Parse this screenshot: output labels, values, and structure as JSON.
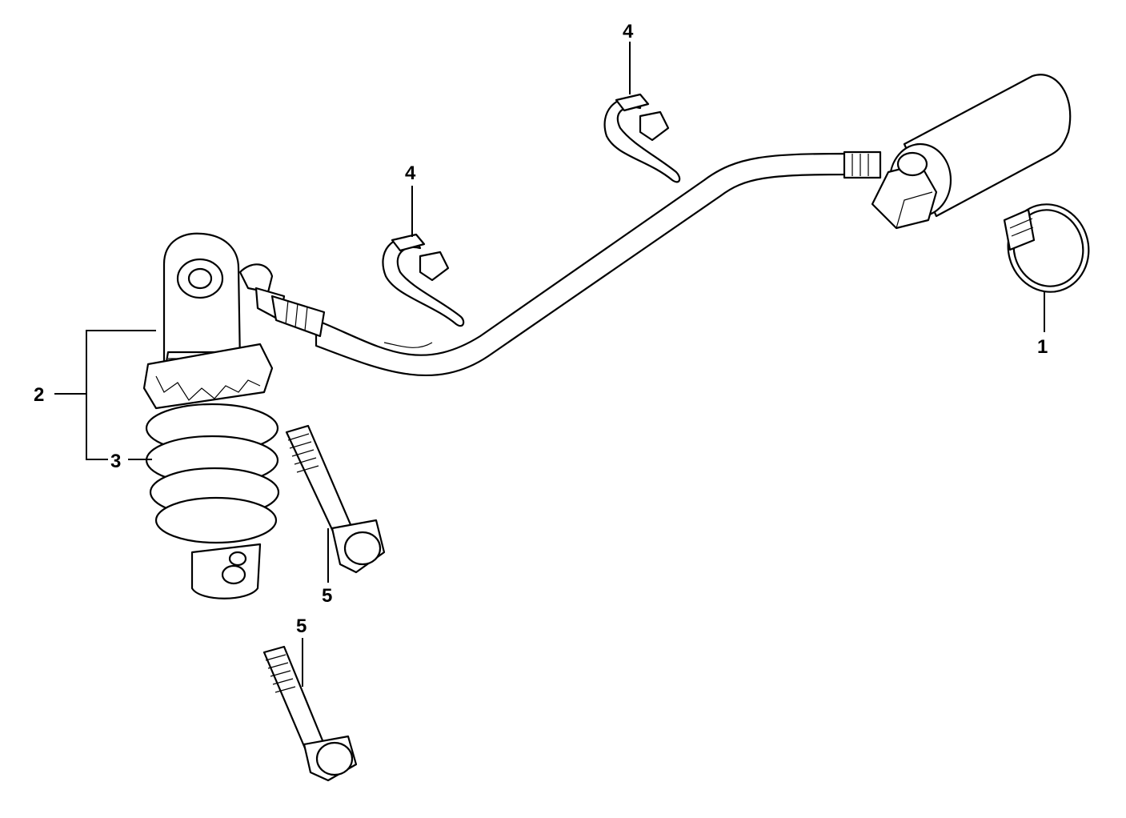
{
  "callouts": [
    {
      "id": "1",
      "text": "1"
    },
    {
      "id": "2",
      "text": "2"
    },
    {
      "id": "3",
      "text": "3"
    },
    {
      "id": "4a",
      "text": "4"
    },
    {
      "id": "4b",
      "text": "4"
    },
    {
      "id": "5a",
      "text": "5"
    },
    {
      "id": "5b",
      "text": "5"
    }
  ]
}
